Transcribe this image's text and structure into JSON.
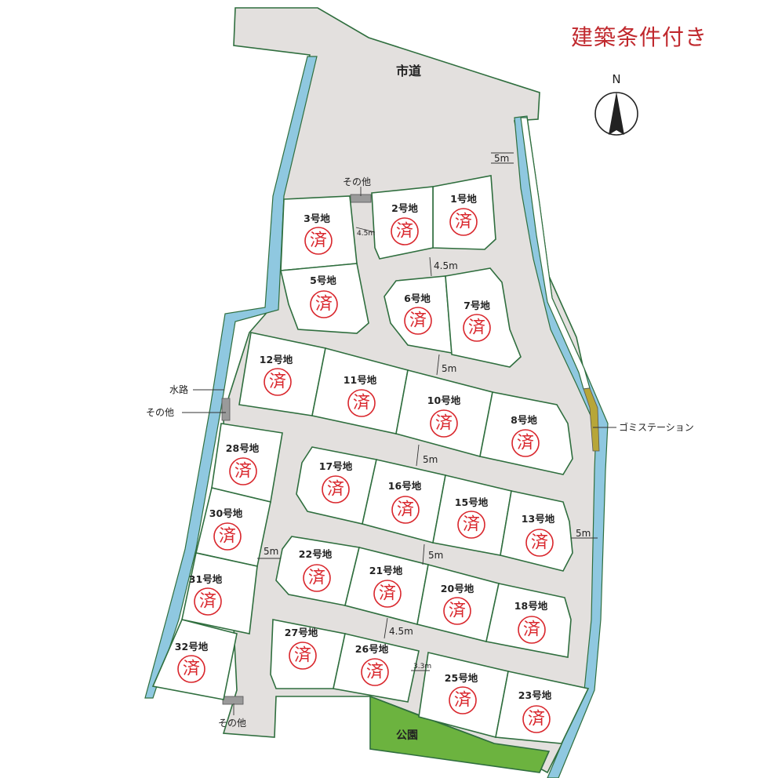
{
  "title": "建築条件付き",
  "north_label": "N",
  "road_name": "市道",
  "park_name": "公園",
  "labels": {
    "sonota": "その他",
    "suiro": "水路",
    "gomi": "ゴミステーション"
  },
  "sold_mark": "済",
  "colors": {
    "road": "#e3e0de",
    "border": "#2f6e3e",
    "water": "#8fc8e0",
    "park": "#6cb33f",
    "sold": "#d9262c",
    "title": "#c0282d"
  },
  "lots": [
    {
      "id": 1,
      "label": "1号地",
      "status": "済"
    },
    {
      "id": 2,
      "label": "2号地",
      "status": "済"
    },
    {
      "id": 3,
      "label": "3号地",
      "status": "済"
    },
    {
      "id": 5,
      "label": "5号地",
      "status": "済"
    },
    {
      "id": 6,
      "label": "6号地",
      "status": "済"
    },
    {
      "id": 7,
      "label": "7号地",
      "status": "済"
    },
    {
      "id": 8,
      "label": "8号地",
      "status": "済"
    },
    {
      "id": 10,
      "label": "10号地",
      "status": "済"
    },
    {
      "id": 11,
      "label": "11号地",
      "status": "済"
    },
    {
      "id": 12,
      "label": "12号地",
      "status": "済"
    },
    {
      "id": 13,
      "label": "13号地",
      "status": "済"
    },
    {
      "id": 15,
      "label": "15号地",
      "status": "済"
    },
    {
      "id": 16,
      "label": "16号地",
      "status": "済"
    },
    {
      "id": 17,
      "label": "17号地",
      "status": "済"
    },
    {
      "id": 18,
      "label": "18号地",
      "status": "済"
    },
    {
      "id": 20,
      "label": "20号地",
      "status": "済"
    },
    {
      "id": 21,
      "label": "21号地",
      "status": "済"
    },
    {
      "id": 22,
      "label": "22号地",
      "status": "済"
    },
    {
      "id": 23,
      "label": "23号地",
      "status": "済"
    },
    {
      "id": 25,
      "label": "25号地",
      "status": "済"
    },
    {
      "id": 26,
      "label": "26号地",
      "status": "済"
    },
    {
      "id": 27,
      "label": "27号地",
      "status": "済"
    },
    {
      "id": 28,
      "label": "28号地",
      "status": "済"
    },
    {
      "id": 30,
      "label": "30号地",
      "status": "済"
    },
    {
      "id": 31,
      "label": "31号地",
      "status": "済"
    },
    {
      "id": 32,
      "label": "32号地",
      "status": "済"
    }
  ],
  "road_widths": [
    {
      "id": "w1",
      "text": "5m"
    },
    {
      "id": "w2",
      "text": "4.5m"
    },
    {
      "id": "w3",
      "text": "4.5m"
    },
    {
      "id": "w4",
      "text": "5m"
    },
    {
      "id": "w5",
      "text": "5m"
    },
    {
      "id": "w6",
      "text": "5m"
    },
    {
      "id": "w7",
      "text": "5m"
    },
    {
      "id": "w8",
      "text": "5m"
    },
    {
      "id": "w9",
      "text": "4.5m"
    },
    {
      "id": "w10",
      "text": "3.3m"
    }
  ]
}
